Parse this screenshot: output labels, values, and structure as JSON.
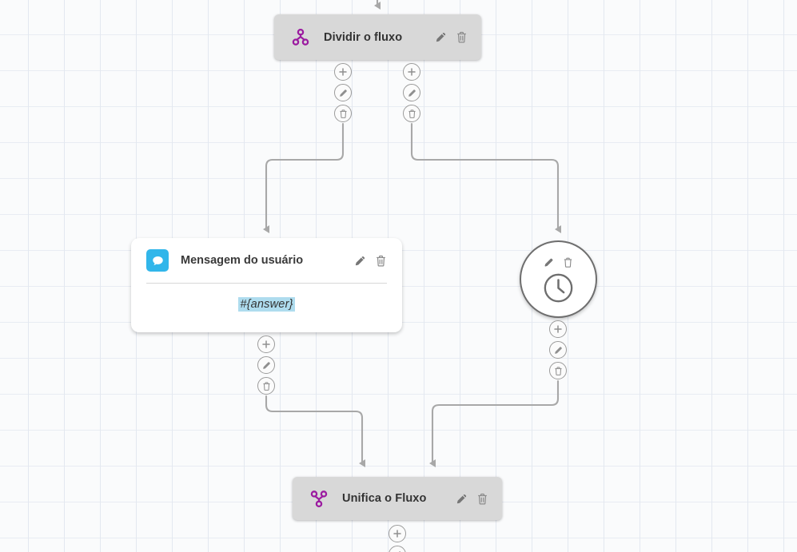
{
  "canvas": {
    "background_color": "#fafbfc",
    "grid_color": "#e3e8f0",
    "grid_size": 45
  },
  "colors": {
    "split_icon": "#9b1ba0",
    "merge_icon": "#9b1ba0",
    "message_badge": "#31b6ea",
    "variable_highlight": "#aedcee",
    "node_gray": "#d8d8d8",
    "edge_line": "#a8a8a8"
  },
  "nodes": [
    {
      "id": "split",
      "type": "split-flow-node",
      "title": "Dividir o fluxo",
      "icon": "split-flow-icon",
      "actions": [
        {
          "name": "edit-icon",
          "label": "edit"
        },
        {
          "name": "delete-icon",
          "label": "delete"
        }
      ]
    },
    {
      "id": "message",
      "type": "user-message-node",
      "title": "Mensagem do usuário",
      "icon": "chat-bubble-icon",
      "body_variable": "#{answer}",
      "actions": [
        {
          "name": "edit-icon",
          "label": "edit"
        },
        {
          "name": "delete-icon",
          "label": "delete"
        }
      ]
    },
    {
      "id": "delay",
      "type": "delay-node",
      "title": "",
      "icon": "clock-icon",
      "actions": [
        {
          "name": "edit-icon",
          "label": "edit"
        },
        {
          "name": "delete-icon",
          "label": "delete"
        }
      ]
    },
    {
      "id": "merge",
      "type": "merge-flow-node",
      "title": "Unifica o Fluxo",
      "icon": "merge-flow-icon",
      "actions": [
        {
          "name": "edit-icon",
          "label": "edit"
        },
        {
          "name": "delete-icon",
          "label": "delete"
        }
      ]
    }
  ],
  "handles": {
    "add_label": "+",
    "edit_label": "edit",
    "delete_label": "delete",
    "groups": [
      {
        "id": "split-left-handles",
        "owner": "split"
      },
      {
        "id": "split-right-handles",
        "owner": "split"
      },
      {
        "id": "message-handles",
        "owner": "message"
      },
      {
        "id": "delay-handles",
        "owner": "delay"
      },
      {
        "id": "merge-handles",
        "owner": "merge"
      }
    ]
  },
  "edges": [
    {
      "from": "top-entry",
      "to": "split"
    },
    {
      "from": "split-left",
      "to": "message"
    },
    {
      "from": "split-right",
      "to": "delay"
    },
    {
      "from": "message",
      "to": "merge"
    },
    {
      "from": "delay",
      "to": "merge"
    }
  ]
}
